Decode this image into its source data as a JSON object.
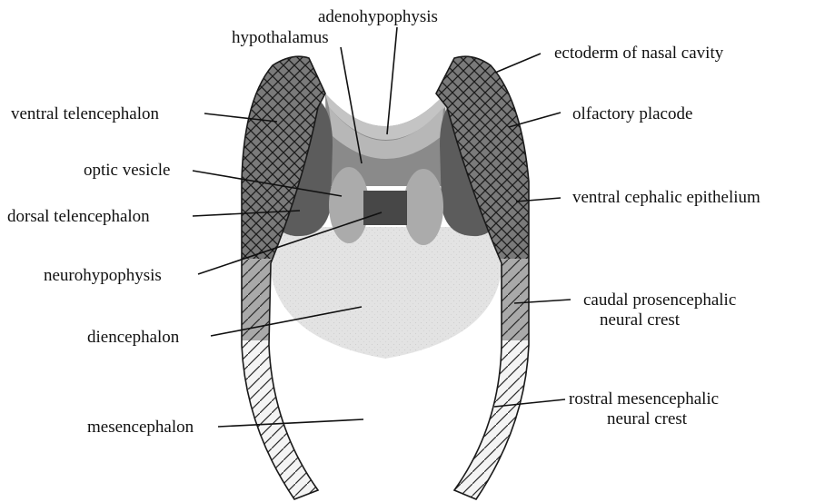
{
  "labels": {
    "adenohypophysis": "adenohypophysis",
    "hypothalamus": "hypothalamus",
    "ectoderm_nasal": "ectoderm of nasal cavity",
    "ventral_telencephalon": "ventral telencephalon",
    "olfactory_placode": "olfactory placode",
    "optic_vesicle": "optic vesicle",
    "ventral_cephalic_epithelium": "ventral cephalic epithelium",
    "dorsal_telencephalon": "dorsal telencephalon",
    "neurohypophysis": "neurohypophysis",
    "caudal_prosencephalic_1": "caudal prosencephalic",
    "caudal_prosencephalic_2": "neural crest",
    "diencephalon": "diencephalon",
    "rostral_mesencephalic_1": "rostral mesencephalic",
    "rostral_mesencephalic_2": "neural crest",
    "mesencephalon": "mesencephalon"
  },
  "colors": {
    "dark_region": "#5c5c5c",
    "hypothalamus_band": "#8a8a8a",
    "adenohypophysis_band": "#bdbdbd",
    "optic_vesicle": "#aaaaaa",
    "neurohypophysis": "#474747",
    "diencephalon": "#e3e3e3",
    "crosshatch_bg": "#7a7a7a",
    "hatch_bg": "#a9a9a9",
    "outline": "#1a1a1a"
  }
}
